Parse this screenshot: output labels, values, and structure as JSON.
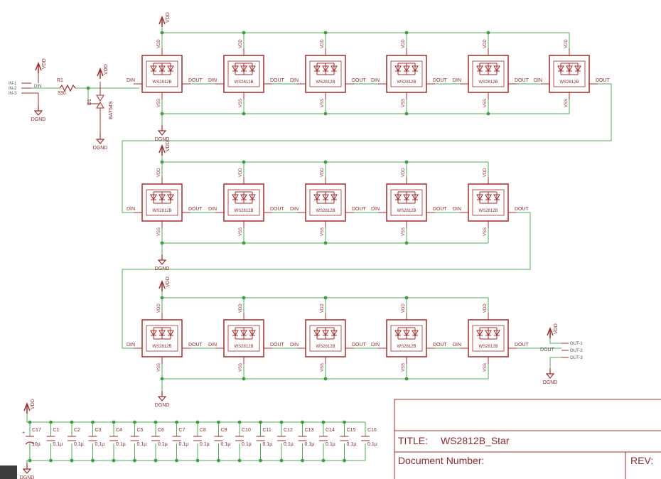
{
  "colors": {
    "wire": "#4caf50",
    "part": "#a52a2a",
    "text": "#8b2a2a",
    "junction": "#3da03d"
  },
  "labels": {
    "vdd": "VDD",
    "dgnd": "DGND",
    "din": "DIN",
    "dout": "DOUT",
    "vss": "VSS",
    "chip": "WS2812B"
  },
  "input": {
    "pins": [
      "IN-1",
      "IN-2",
      "IN-3"
    ],
    "net": "DIN"
  },
  "resistor": {
    "name": "R1",
    "value": "330"
  },
  "diode": {
    "name": "D1",
    "value": "BAT54S"
  },
  "output": {
    "net": "DOUT",
    "pins": [
      "OUT-1",
      "OUT-2",
      "OUT-3"
    ]
  },
  "led_rows": [
    {
      "count": 6
    },
    {
      "count": 5
    },
    {
      "count": 5
    }
  ],
  "capacitors": [
    {
      "name": "C17",
      "value": "10µ",
      "polarized": true
    },
    {
      "name": "C1",
      "value": "0.1µ"
    },
    {
      "name": "C2",
      "value": "0.1µ"
    },
    {
      "name": "C3",
      "value": "0.1µ"
    },
    {
      "name": "C4",
      "value": "0.1µ"
    },
    {
      "name": "C5",
      "value": "0.1µ"
    },
    {
      "name": "C6",
      "value": "0.1µ"
    },
    {
      "name": "C7",
      "value": "0.1µ"
    },
    {
      "name": "C8",
      "value": "0.1µ"
    },
    {
      "name": "C9",
      "value": "0.1µ"
    },
    {
      "name": "C10",
      "value": "0.1µ"
    },
    {
      "name": "C11",
      "value": "0.1µ"
    },
    {
      "name": "C12",
      "value": "0.1µ"
    },
    {
      "name": "C13",
      "value": "0.1µ"
    },
    {
      "name": "C14",
      "value": "0.1µ"
    },
    {
      "name": "C15",
      "value": "0.1µ"
    },
    {
      "name": "C16",
      "value": "0.1µ"
    }
  ],
  "title_block": {
    "title_label": "TITLE:",
    "title_value": "WS2812B_Star",
    "doc_label": "Document Number:",
    "rev_label": "REV:"
  }
}
